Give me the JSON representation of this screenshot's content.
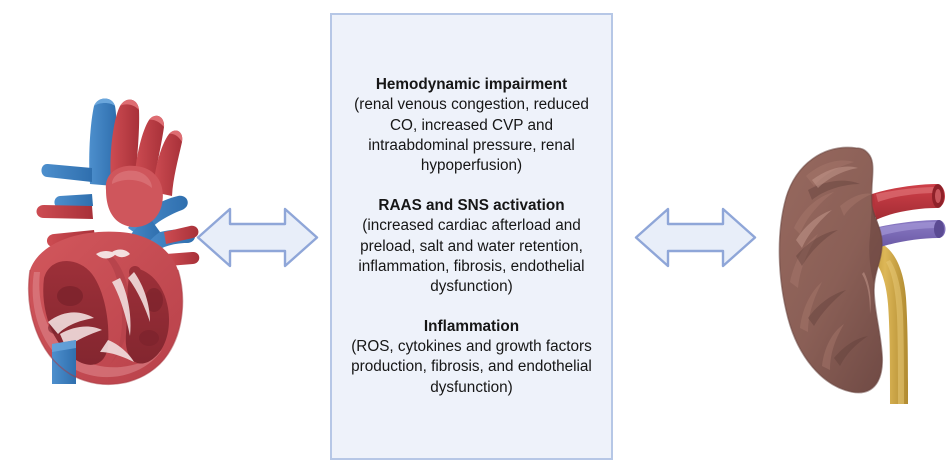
{
  "diagram": {
    "title": "Cardiorenal interaction diagram",
    "colors": {
      "box_fill": "#eef2fa",
      "box_border": "#b6c7e6",
      "arrow_fill": "#e8eef9",
      "arrow_border": "#8fa6d8",
      "heart_red": "#c8424a",
      "heart_dark_red": "#8e2d34",
      "heart_blue": "#3f7fc1",
      "kidney_brown": "#8d6158",
      "renal_artery_red": "#c0353c",
      "renal_vein_purple": "#7a6bb5",
      "ureter_yellow": "#cfa63f"
    },
    "left_organ": {
      "name": "heart",
      "label": "heart-illustration"
    },
    "right_organ": {
      "name": "kidney",
      "label": "kidney-illustration"
    },
    "arrows": {
      "left": "bidirectional-arrow",
      "right": "bidirectional-arrow"
    },
    "center_box": {
      "blocks": [
        {
          "title": "Hemodynamic impairment",
          "body": "(renal venous congestion, reduced CO, increased CVP and intraabdominal pressure, renal hypoperfusion)"
        },
        {
          "title": "RAAS and SNS activation",
          "body": "(increased cardiac afterload and preload, salt and water retention, inflammation, fibrosis, endothelial dysfunction)"
        },
        {
          "title": "Inflammation",
          "body": "(ROS, cytokines and growth factors production, fibrosis, and endothelial dysfunction)"
        }
      ]
    }
  }
}
